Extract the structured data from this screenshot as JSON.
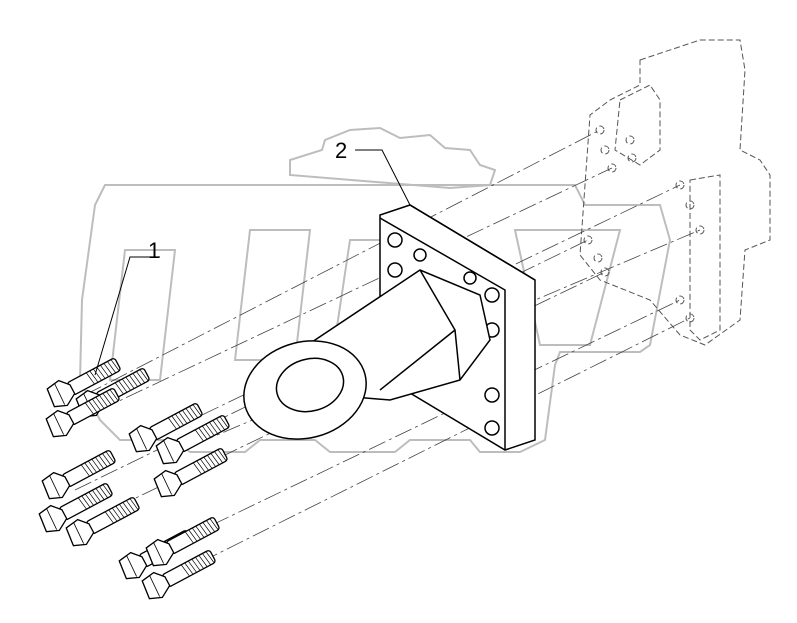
{
  "callouts": [
    {
      "number": "1"
    },
    {
      "number": "2"
    }
  ],
  "watermark": {
    "text": "OPEX"
  },
  "corner_mark": "",
  "colors": {
    "line": "#000000",
    "phantom": "#555555",
    "watermark": "#bbbbbb"
  }
}
